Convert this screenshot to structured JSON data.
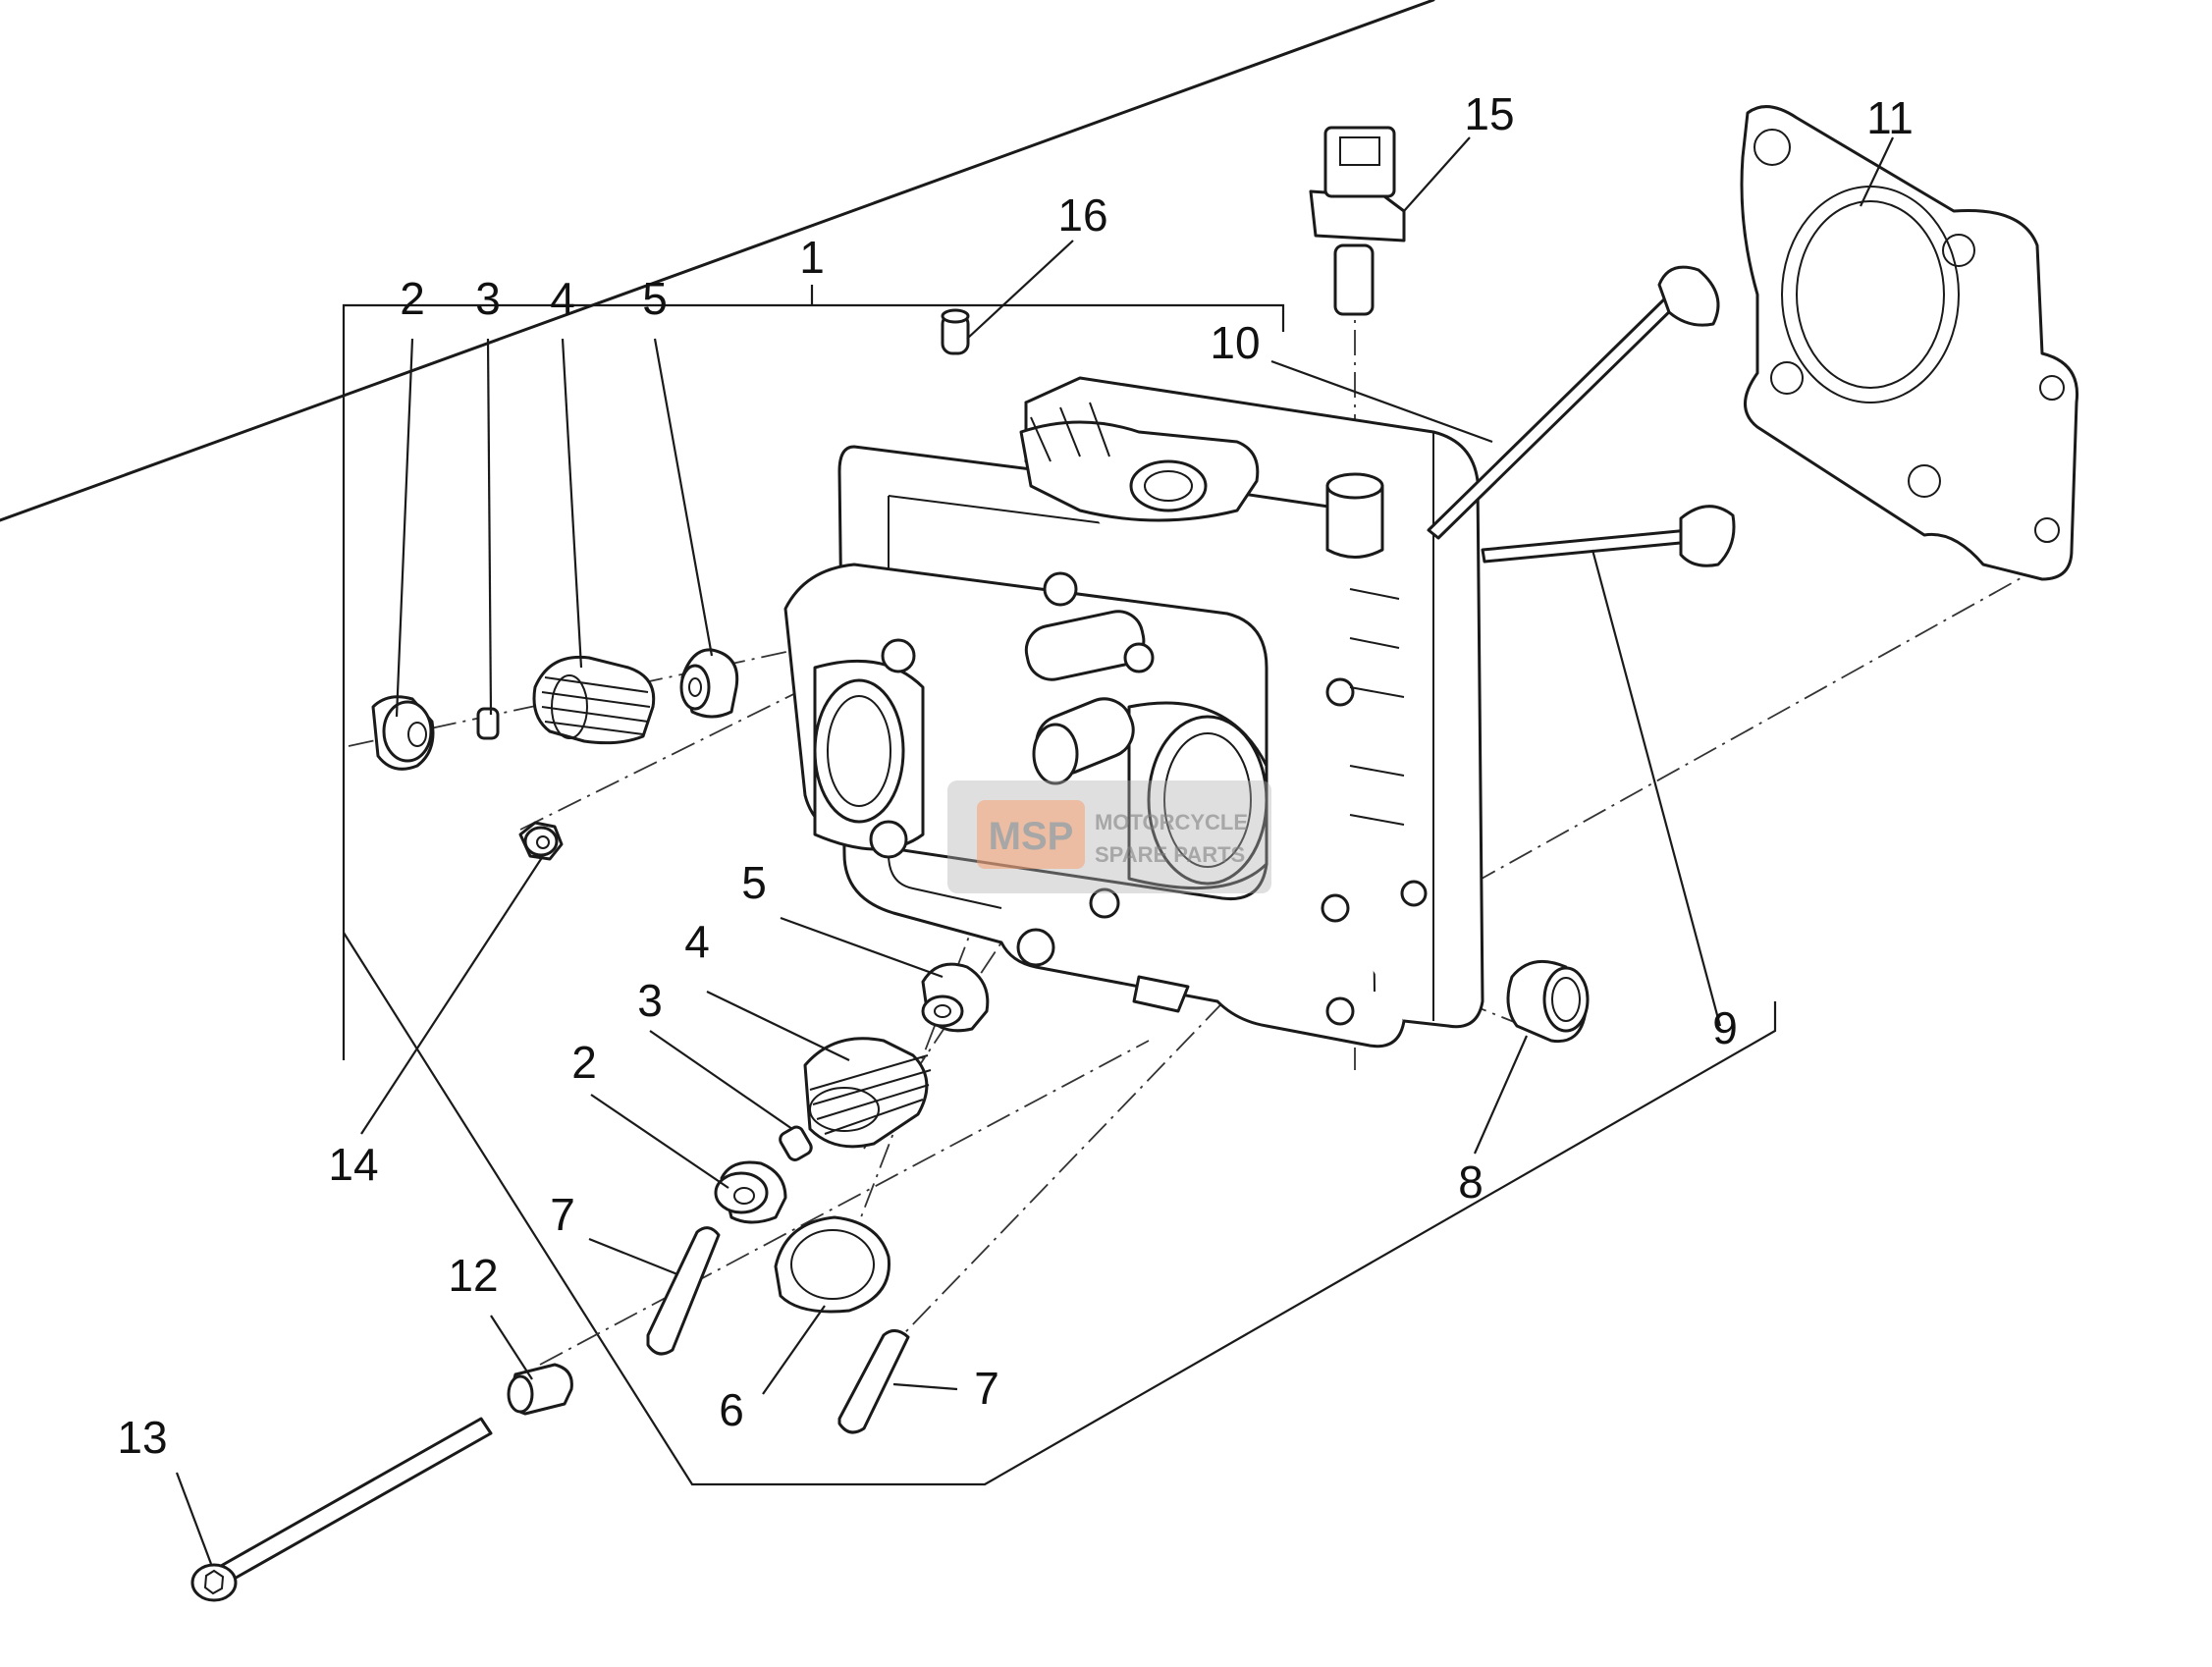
{
  "callouts": [
    {
      "id": "c1",
      "text": "1"
    },
    {
      "id": "c2a",
      "text": "2"
    },
    {
      "id": "c3a",
      "text": "3"
    },
    {
      "id": "c4a",
      "text": "4"
    },
    {
      "id": "c5a",
      "text": "5"
    },
    {
      "id": "c16",
      "text": "16"
    },
    {
      "id": "c15",
      "text": "15"
    },
    {
      "id": "c11",
      "text": "11"
    },
    {
      "id": "c10",
      "text": "10"
    },
    {
      "id": "c5b",
      "text": "5"
    },
    {
      "id": "c4b",
      "text": "4"
    },
    {
      "id": "c3b",
      "text": "3"
    },
    {
      "id": "c2b",
      "text": "2"
    },
    {
      "id": "c14",
      "text": "14"
    },
    {
      "id": "c9",
      "text": "9"
    },
    {
      "id": "c8",
      "text": "8"
    },
    {
      "id": "c7a",
      "text": "7"
    },
    {
      "id": "c12",
      "text": "12"
    },
    {
      "id": "c13",
      "text": "13"
    },
    {
      "id": "c6",
      "text": "6"
    },
    {
      "id": "c7b",
      "text": "7"
    }
  ],
  "watermark": {
    "logo": "MSP",
    "line1": "MOTORCYCLE",
    "line2": "SPARE PARTS"
  }
}
